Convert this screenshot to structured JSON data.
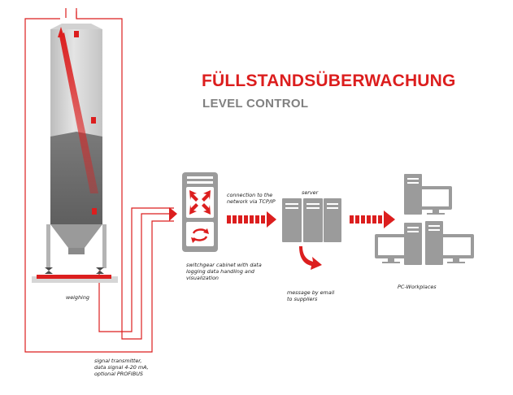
{
  "title": "FÜLLSTANDSÜBERWACHUNG",
  "subtitle": "LEVEL CONTROL",
  "labels": {
    "weighing": "weighing",
    "signal": [
      "signal transmitter,",
      "data signal 4-20 mA,",
      "optional PROFIBUS"
    ],
    "cabinet": [
      "switchgear cabinet with data",
      "logging data handling and",
      "visualization"
    ],
    "connection": [
      "connection to the",
      "network via TCP/IP"
    ],
    "server": "server",
    "email": [
      "message by email",
      "to suppliers"
    ],
    "workplaces": "PC-Workplaces"
  },
  "colors": {
    "accent_red": "#dc1e1e",
    "silo_gray": "#c8c8c8",
    "fill_gray": "#6e6e6e",
    "device_gray": "#9b9b9b"
  }
}
